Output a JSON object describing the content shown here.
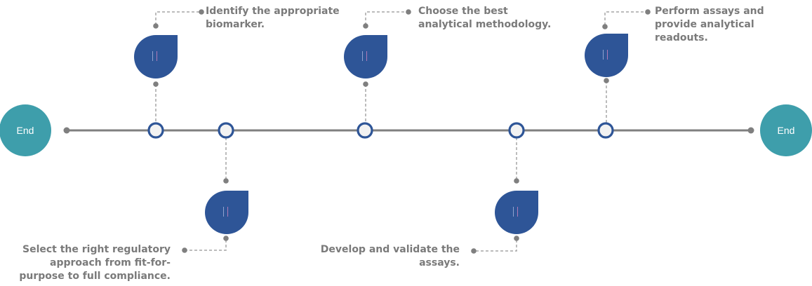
{
  "diagram": {
    "type": "timeline",
    "colors": {
      "line": "#7f7f7f",
      "endcap": "#3e9eab",
      "drop": "#2e5597",
      "marker_border": "#2e5597",
      "marker_fill": "#f2f2f2",
      "connector": "#a6a6a6",
      "label_text": "#7a7a7a"
    },
    "start_cap": {
      "label": "End"
    },
    "end_cap": {
      "label": "End"
    },
    "steps": [
      {
        "order": 1,
        "position": "above",
        "icon": "pause-bars-icon",
        "text": "Identify the appropriate\nbiomarker."
      },
      {
        "order": 2,
        "position": "below",
        "icon": "pause-bars-icon",
        "text": "Select the right regulatory\napproach from fit-for-\npurpose to full compliance."
      },
      {
        "order": 3,
        "position": "above",
        "icon": "pause-bars-icon",
        "text": "Choose the best\nanalytical methodology."
      },
      {
        "order": 4,
        "position": "below",
        "icon": "pause-bars-icon",
        "text": "Develop and validate the\nassays."
      },
      {
        "order": 5,
        "position": "above",
        "icon": "pause-bars-icon",
        "text": "Perform assays and\nprovide analytical\nreadouts."
      }
    ]
  }
}
